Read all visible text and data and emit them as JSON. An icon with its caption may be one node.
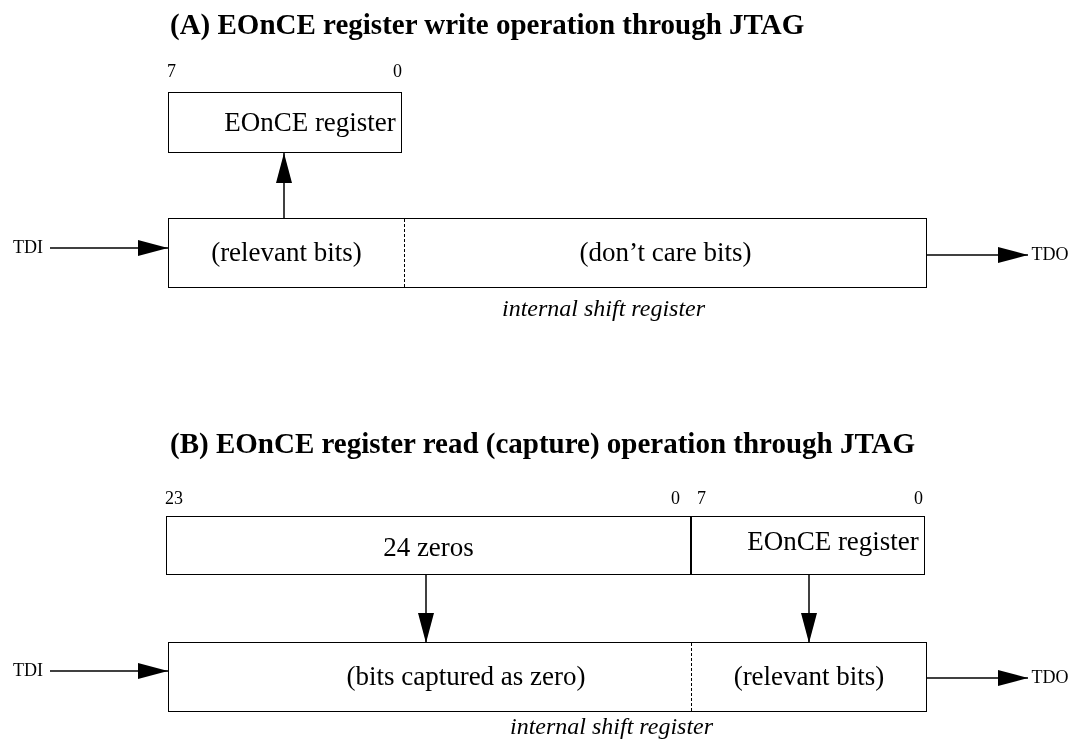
{
  "diagram": {
    "nodes": [
      {
        "text": [
          "TDI"
        ]
      },
      {
        "text": [
          "EOnCE register"
        ]
      },
      {
        "text": [],
        "shape": "box",
        "beside": [
          "internal shift register"
        ]
      },
      {
        "text": [
          "(relevant bits)"
        ],
        "in": 2
      },
      {
        "text": [
          "(don’t care bits)"
        ],
        "in": 2
      },
      {
        "text": [
          "TDO"
        ]
      },
      {
        "text": [
          "24 zeros"
        ]
      },
      {
        "text": [
          "EOnCE register"
        ]
      },
      {
        "text": [
          "TDI"
        ]
      },
      {
        "text": [],
        "shape": "box",
        "beside": [
          "internal shift register"
        ]
      },
      {
        "text": [
          "(bits captured as zero)"
        ],
        "in": 9
      },
      {
        "text": [
          "(relevant bits)"
        ],
        "in": 9
      },
      {
        "text": [
          "TDO"
        ]
      }
    ],
    "edges": [
      {
        "from": 0,
        "to": 2,
        "arrow": "to"
      },
      {
        "from": 3,
        "to": 1,
        "arrow": "to"
      },
      {
        "from": 2,
        "to": 5,
        "arrow": "to"
      },
      {
        "from": 6,
        "to": 10,
        "arrow": "to"
      },
      {
        "from": 7,
        "to": 11,
        "arrow": "to"
      },
      {
        "from": 8,
        "to": 9,
        "arrow": "to"
      },
      {
        "from": 9,
        "to": 12,
        "arrow": "to"
      }
    ],
    "labels": [
      "(A) EOnCE register write operation through JTAG",
      "7",
      "0",
      "(B) EOnCE register read (capture) operation through JTAG",
      "23",
      "0",
      "7",
      "0"
    ]
  }
}
